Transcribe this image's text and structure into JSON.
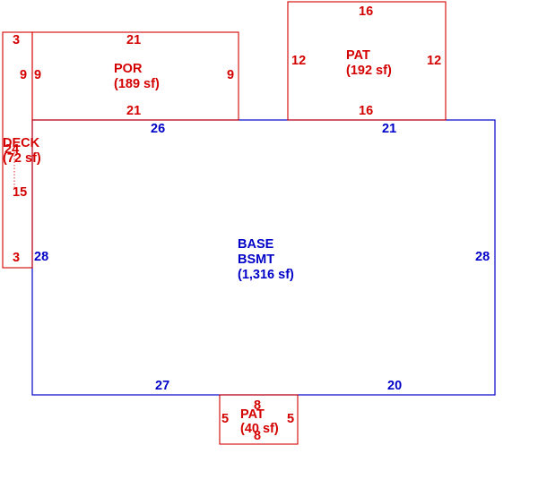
{
  "colors": {
    "base": "#0000c8",
    "addition": "#d40000"
  },
  "areas": {
    "base": {
      "name": "BASE",
      "sub": "BSMT",
      "area": "(1,316 sf)",
      "dims": {
        "top_left": "26",
        "top_right": "21",
        "left": "28",
        "right": "28",
        "bottom_left": "27",
        "bottom_right": "20"
      }
    },
    "por": {
      "name": "POR",
      "area": "(189 sf)",
      "dims": {
        "top": "21",
        "bottom": "21",
        "left": "9",
        "right": "9"
      }
    },
    "pat_top": {
      "name": "PAT",
      "area": "(192 sf)",
      "dims": {
        "top": "16",
        "bottom": "16",
        "left": "12",
        "right": "12"
      }
    },
    "deck": {
      "name": "DECK",
      "area": "(72 sf)",
      "dims": {
        "top": "3",
        "bottom": "3",
        "left": "24",
        "right": "9",
        "inner": "15"
      }
    },
    "pat_bottom": {
      "name": "PAT",
      "area": "(40 sf)",
      "dims": {
        "top": "8",
        "bottom": "8",
        "left": "5",
        "right": "5"
      }
    }
  }
}
